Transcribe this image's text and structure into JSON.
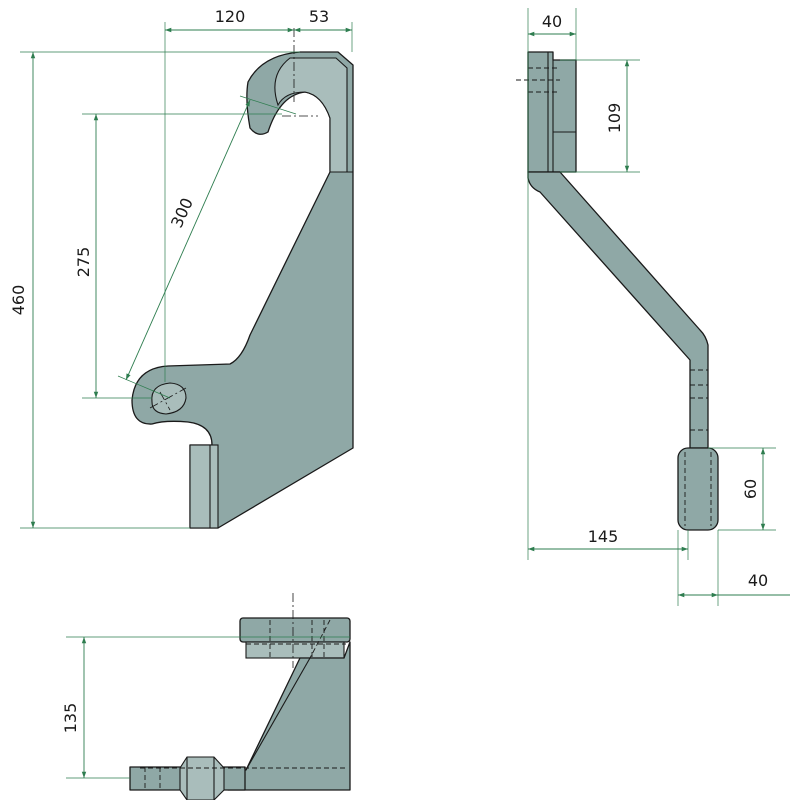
{
  "colors": {
    "part_fill": "#8fa8a6",
    "part_fill_light": "#a9bdbb",
    "dimension_line": "#2e7d4f",
    "outline": "#1a1a1a",
    "background": "#ffffff"
  },
  "views": {
    "front": {
      "dimensions": {
        "width_hook": "120",
        "width_top": "53",
        "height_total": "460",
        "height_hole": "275",
        "diagonal": "300"
      }
    },
    "side": {
      "dimensions": {
        "top_width": "40",
        "top_height": "109",
        "offset": "145",
        "bottom_height": "60",
        "bottom_width": "40"
      }
    },
    "plan": {
      "dimensions": {
        "height": "135"
      }
    }
  }
}
